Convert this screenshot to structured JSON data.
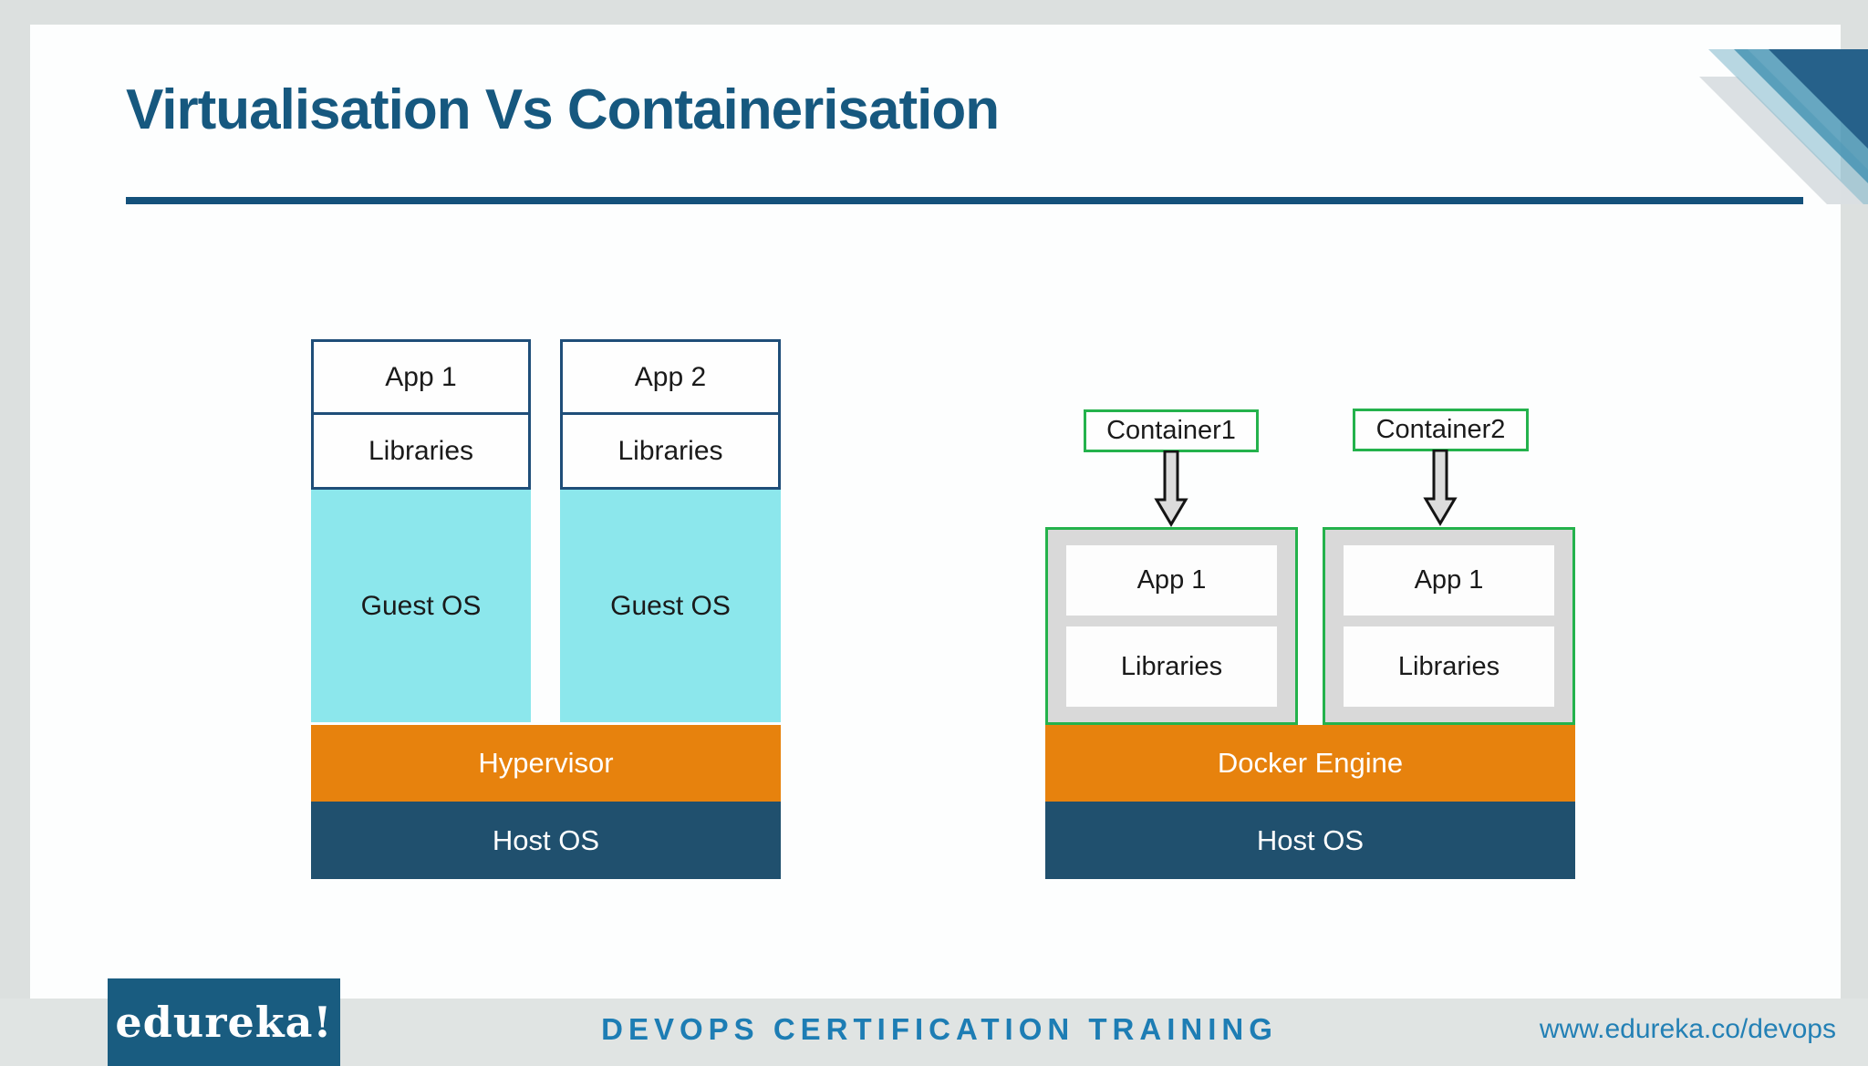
{
  "slide": {
    "title": "Virtualisation Vs Containerisation"
  },
  "left_diagram": {
    "label": "virtualisation-stack",
    "columns": [
      {
        "app": "App 1",
        "libraries": "Libraries",
        "guest_os": "Guest OS"
      },
      {
        "app": "App 2",
        "libraries": "Libraries",
        "guest_os": "Guest OS"
      }
    ],
    "hypervisor": "Hypervisor",
    "host_os": "Host OS"
  },
  "right_diagram": {
    "label": "containerisation-stack",
    "containers": [
      {
        "label": "Container1",
        "app": "App 1",
        "libraries": "Libraries"
      },
      {
        "label": "Container2",
        "app": "App 1",
        "libraries": "Libraries"
      }
    ],
    "engine": "Docker Engine",
    "host_os": "Host OS"
  },
  "footer": {
    "logo_text": "edureka!",
    "course_title": "DEVOPS CERTIFICATION TRAINING",
    "url": "www.edureka.co/devops"
  },
  "colors": {
    "title_blue": "#16587f",
    "underline_blue": "#14517b",
    "vm_border_blue": "#1f4e79",
    "guest_os_cyan": "#8ce7ec",
    "orange_bar": "#e7820d",
    "host_os_blue": "#20506e",
    "container_green": "#24b24c",
    "container_gray": "#d9d9d9",
    "footer_text_blue": "#1d7db4",
    "logo_bg_blue": "#195c80",
    "page_border_gray": "#dce0df",
    "footer_band_gray": "#e0e4e3"
  }
}
